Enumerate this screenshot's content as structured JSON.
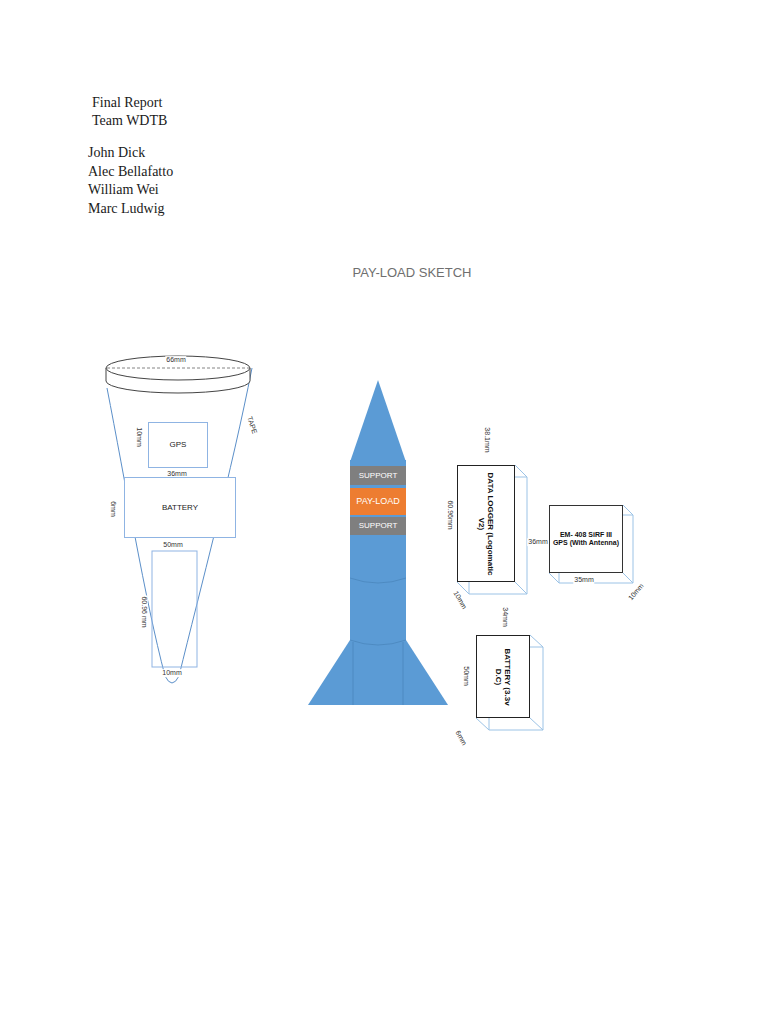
{
  "diagram": {
    "title": "PAY-LOAD SKETCH",
    "nodes": [
      {
        "text": [
          "GPS"
        ]
      },
      {
        "text": [
          "BATTERY"
        ]
      },
      {
        "text": [
          "SUPPORT"
        ]
      },
      {
        "text": [
          "PAY-LOAD"
        ]
      },
      {
        "text": [
          "SUPPORT"
        ]
      },
      {
        "text": [
          "DATA LOGGER (Logomatic V2)"
        ]
      },
      {
        "text": [
          "EM- 408 SiRF III GPS (With Antenna)"
        ]
      },
      {
        "text": [
          "BATTERY (3.3v D.C)"
        ]
      }
    ],
    "labels": [
      "Final Report",
      "Team WDTB",
      "John Dick",
      "Alec Bellafatto",
      "William Wei",
      "Marc Ludwig",
      "66mm",
      "10mm",
      "TAPE",
      "36mm",
      "6mm",
      "50mm",
      "60.96 mm",
      "10mm",
      "38.1mm",
      "60.96mm",
      "36mm",
      "10mm",
      "34mm",
      "35mm",
      "10mm",
      "50mm",
      "6mm"
    ]
  }
}
